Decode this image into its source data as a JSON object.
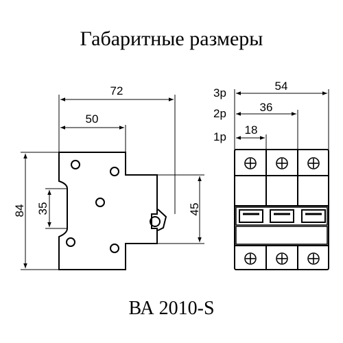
{
  "title": "Габаритные размеры",
  "model": "ВА 2010-S",
  "dimensions": {
    "side_width": "72",
    "side_partial_width": "50",
    "height": "84",
    "rail_height": "35",
    "front_height": "45",
    "width_3p": "54",
    "width_2p": "36",
    "width_1p": "18"
  },
  "pole_labels": {
    "p3": "3р",
    "p2": "2р",
    "p1": "1р"
  }
}
